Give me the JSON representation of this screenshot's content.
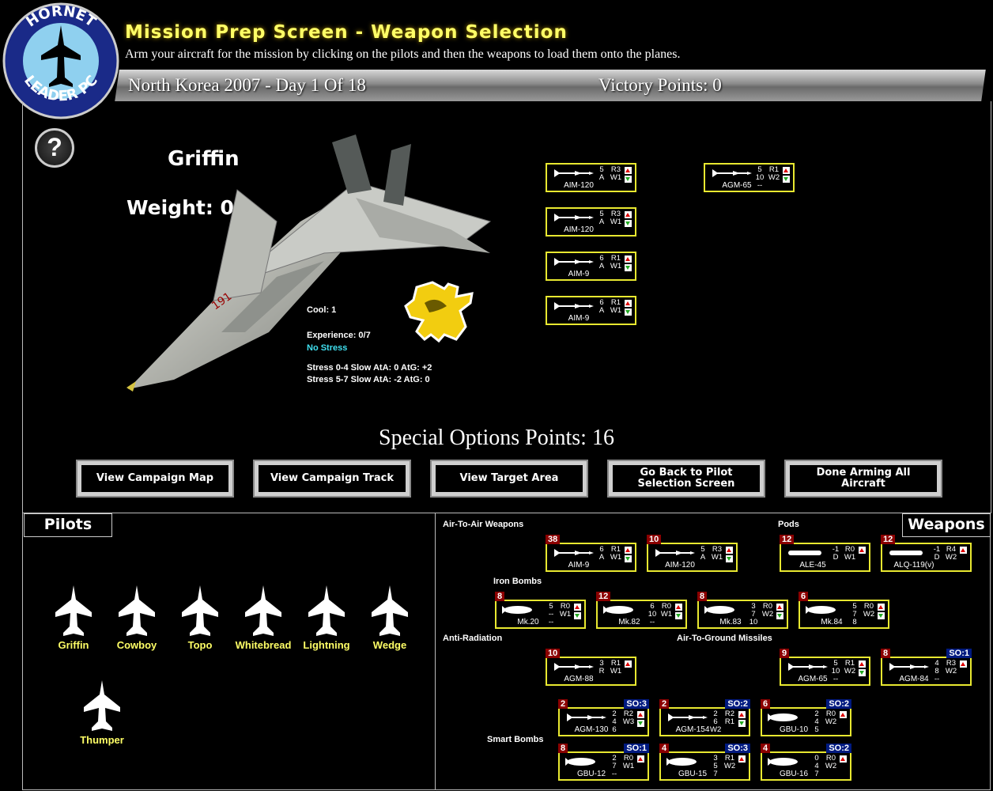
{
  "header": {
    "logo_text_top": "HORNET",
    "logo_text_bottom": "LEADER PC",
    "title": "Mission Prep Screen - Weapon Selection",
    "subtitle": "Arm your aircraft for the mission by clicking on the pilots and then the weapons to load them onto the planes.",
    "campaign": "North Korea 2007 - Day 1 Of 18",
    "victory_points": "Victory Points: 0"
  },
  "help_label": "?",
  "pilot_detail": {
    "name": "Griffin",
    "weight": "Weight: 0",
    "cool": "Cool: 1",
    "experience": "Experience: 0/7",
    "stress_status": "No Stress",
    "stress_line1": "Stress 0-4 Slow AtA: 0 AtG: +2",
    "stress_line2": "Stress 5-7 Slow AtA: -2 AtG: 0"
  },
  "loadout": [
    {
      "name": "AIM-120",
      "l1": "5",
      "l2": "A",
      "r1": "R3",
      "r2": "W1"
    },
    {
      "name": "AIM-120",
      "l1": "5",
      "l2": "A",
      "r1": "R3",
      "r2": "W1"
    },
    {
      "name": "AIM-9",
      "l1": "6",
      "l2": "A",
      "r1": "R1",
      "r2": "W1"
    },
    {
      "name": "AIM-9",
      "l1": "6",
      "l2": "A",
      "r1": "R1",
      "r2": "W1"
    },
    {
      "name": "AGM-65",
      "l1": "5",
      "l2": "10",
      "l3": "--",
      "r1": "R1",
      "r2": "W2"
    }
  ],
  "special_options": "Special Options Points: 16",
  "buttons": [
    {
      "label": "View Campaign Map"
    },
    {
      "label": "View Campaign Track"
    },
    {
      "label": "View Target Area"
    },
    {
      "label": "Go Back to Pilot Selection Screen"
    },
    {
      "label": "Done Arming All Aircraft"
    }
  ],
  "pilots_tab": "Pilots",
  "weapons_tab": "Weapons",
  "pilots": [
    "Griffin",
    "Cowboy",
    "Topo",
    "Whitebread",
    "Lightning",
    "Wedge",
    "Thumper"
  ],
  "sections": {
    "ata": "Air-To-Air Weapons",
    "pods": "Pods",
    "iron": "Iron Bombs",
    "antirad": "Anti-Radiation",
    "atg": "Air-To-Ground Missiles",
    "smart": "Smart Bombs"
  },
  "weapons": [
    {
      "name": "AIM-9",
      "count": "38",
      "l1": "6",
      "l2": "A",
      "r1": "R1",
      "r2": "W1"
    },
    {
      "name": "AIM-120",
      "count": "10",
      "l1": "5",
      "l2": "A",
      "r1": "R3",
      "r2": "W1"
    },
    {
      "name": "ALE-45",
      "count": "12",
      "l1": "-1",
      "l2": "D",
      "r1": "R0",
      "r2": "W1"
    },
    {
      "name": "ALQ-119(v)",
      "count": "12",
      "l1": "-1",
      "l2": "D",
      "r1": "R4",
      "r2": "W2"
    },
    {
      "name": "Mk.20",
      "count": "8",
      "l1": "5",
      "l2": "--",
      "l3": "--",
      "r1": "R0",
      "r2": "W1"
    },
    {
      "name": "Mk.82",
      "count": "12",
      "l1": "6",
      "l2": "10",
      "l3": "--",
      "r1": "R0",
      "r2": "W1"
    },
    {
      "name": "Mk.83",
      "count": "8",
      "l1": "3",
      "l2": "7",
      "l3": "10",
      "r1": "R0",
      "r2": "W2"
    },
    {
      "name": "Mk.84",
      "count": "6",
      "l1": "5",
      "l2": "7",
      "l3": "8",
      "r1": "R0",
      "r2": "W2"
    },
    {
      "name": "AGM-88",
      "count": "10",
      "l1": "3",
      "l2": "R",
      "r1": "R1",
      "r2": "W1"
    },
    {
      "name": "AGM-65",
      "count": "9",
      "l1": "5",
      "l2": "10",
      "l3": "--",
      "r1": "R1",
      "r2": "W2"
    },
    {
      "name": "AGM-84",
      "count": "8",
      "so": "SO:1",
      "l1": "4",
      "l2": "8",
      "l3": "--",
      "r1": "R3",
      "r2": "W2"
    },
    {
      "name": "AGM-130",
      "count": "2",
      "so": "SO:3",
      "l1": "2",
      "l2": "4",
      "l3": "6",
      "r1": "R2",
      "r2": "W3"
    },
    {
      "name": "AGM-154",
      "count": "2",
      "so": "SO:2",
      "l1": "2",
      "l2": "6",
      "l3": "W2",
      "r1": "R2",
      "r2": "R1"
    },
    {
      "name": "GBU-10",
      "count": "6",
      "so": "SO:2",
      "l1": "2",
      "l2": "4",
      "l3": "5",
      "r1": "R0",
      "r2": "W2"
    },
    {
      "name": "GBU-12",
      "count": "8",
      "so": "SO:1",
      "l1": "2",
      "l2": "7",
      "l3": "--",
      "r1": "R0",
      "r2": "W1"
    },
    {
      "name": "GBU-15",
      "count": "4",
      "so": "SO:3",
      "l1": "3",
      "l2": "5",
      "l3": "7",
      "r1": "R1",
      "r2": "W2"
    },
    {
      "name": "GBU-16",
      "count": "4",
      "so": "SO:2",
      "l1": "0",
      "l2": "4",
      "l3": "7",
      "r1": "R0",
      "r2": "W2"
    }
  ]
}
